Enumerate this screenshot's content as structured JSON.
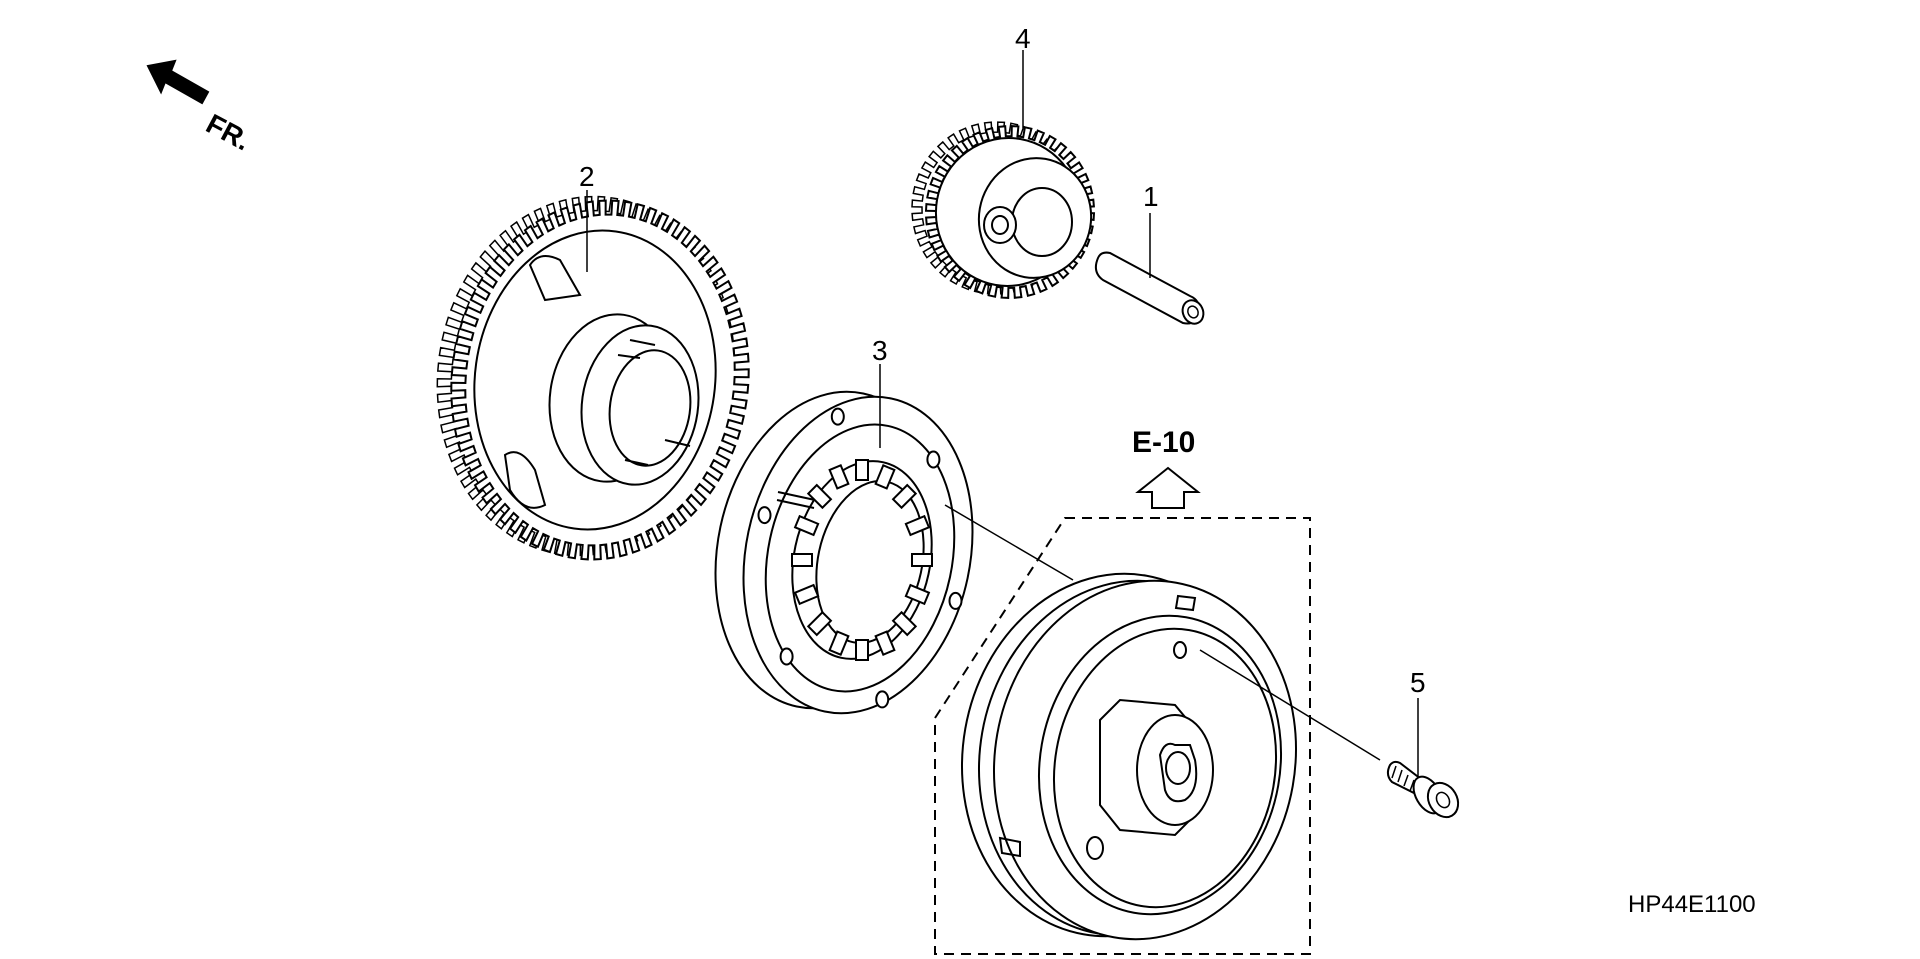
{
  "diagram": {
    "orientation_label": "FR.",
    "reference_label": "E-10",
    "drawing_code": "HP44E1100",
    "callouts": [
      {
        "id": "1",
        "part": "shaft-pin"
      },
      {
        "id": "2",
        "part": "starter-driven-gear"
      },
      {
        "id": "3",
        "part": "starter-one-way-clutch"
      },
      {
        "id": "4",
        "part": "starter-reduction-gear"
      },
      {
        "id": "5",
        "part": "flange-bolt"
      }
    ],
    "line_color": "#000000",
    "background_color": "#ffffff"
  }
}
